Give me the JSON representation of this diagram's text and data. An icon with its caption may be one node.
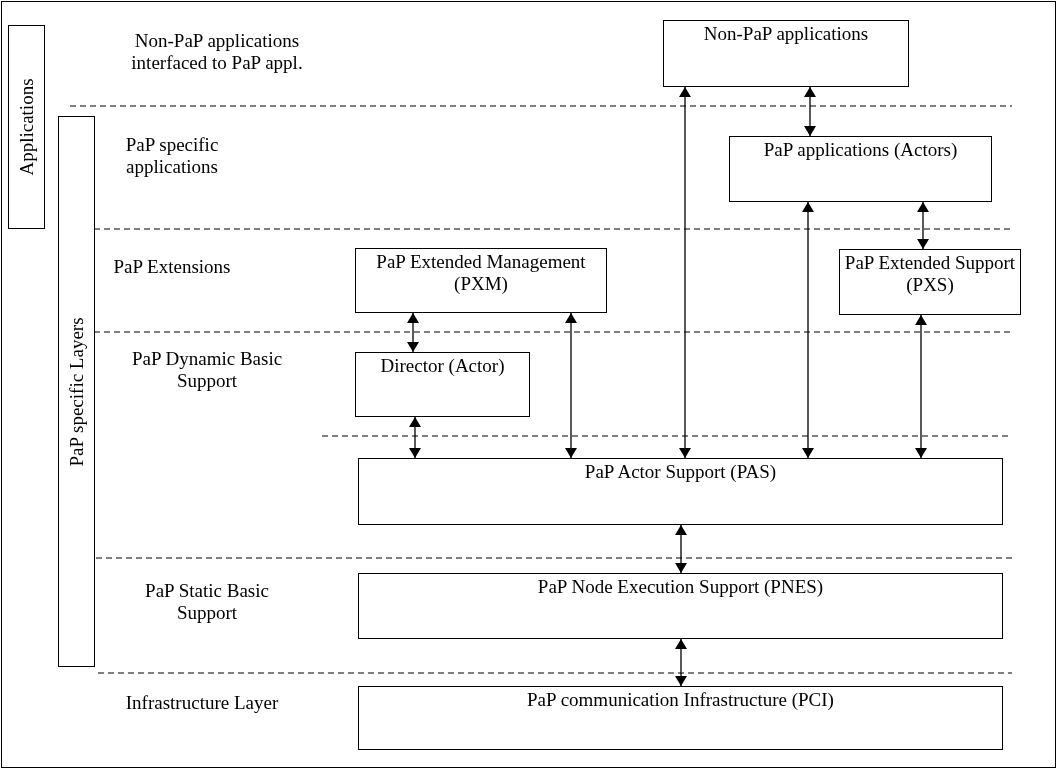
{
  "diagram": {
    "nodes": [
      {
        "text": [
          "Applications"
        ]
      },
      {
        "text": [
          "PaP specific Layers"
        ]
      },
      {
        "text": [
          "Non-PaP applications"
        ]
      },
      {
        "text": [
          "PaP applications (Actors)"
        ]
      },
      {
        "text": [
          "PaP Extended Management (PXM)"
        ]
      },
      {
        "text": [
          "PaP Extended Support (PXS)"
        ]
      },
      {
        "text": [
          "Director (Actor)"
        ]
      },
      {
        "text": [
          "PaP Actor Support (PAS)"
        ]
      },
      {
        "text": [
          "PaP Node Execution Support (PNES)"
        ]
      },
      {
        "text": [
          "PaP communication Infrastructure (PCI)"
        ]
      }
    ],
    "edges": [
      {
        "from": 2,
        "to": 3,
        "arrow": "both"
      },
      {
        "from": 3,
        "to": 5,
        "arrow": "both"
      },
      {
        "from": 4,
        "to": 6,
        "arrow": "both"
      },
      {
        "from": 6,
        "to": 7,
        "arrow": "both"
      },
      {
        "from": 4,
        "to": 7,
        "arrow": "both"
      },
      {
        "from": 2,
        "to": 7,
        "arrow": "both"
      },
      {
        "from": 3,
        "to": 7,
        "arrow": "both"
      },
      {
        "from": 5,
        "to": 7,
        "arrow": "both"
      },
      {
        "from": 7,
        "to": 8,
        "arrow": "both"
      },
      {
        "from": 8,
        "to": 9,
        "arrow": "both"
      }
    ],
    "labels": [
      "Non-PaP applications interfaced to PaP appl.",
      "PaP specific applications",
      "PaP Extensions",
      "PaP Dynamic Basic Support",
      "PaP Static Basic Support",
      "Infrastructure Layer"
    ]
  }
}
